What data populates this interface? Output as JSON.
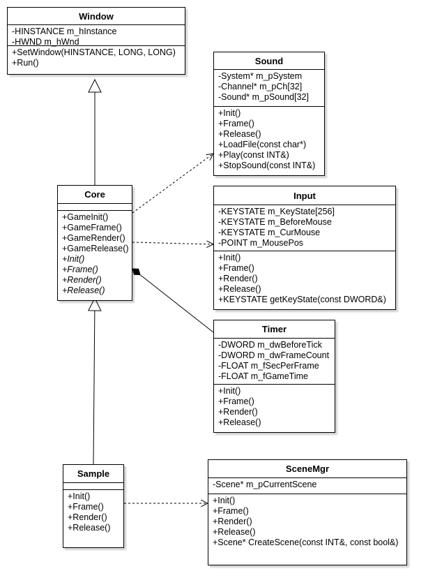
{
  "classes": [
    {
      "id": "window",
      "name": "Window",
      "attributes": [
        "-HINSTANCE m_hInstance",
        "-HWND m_hWnd"
      ],
      "operations": [
        "+SetWindow(HINSTANCE, LONG, LONG)",
        "+Run()"
      ]
    },
    {
      "id": "sound",
      "name": "Sound",
      "attributes": [
        "-System* m_pSystem",
        "-Channel* m_pCh[32]",
        "-Sound* m_pSound[32]"
      ],
      "operations": [
        "+Init()",
        "+Frame()",
        "+Release()",
        "+LoadFile(const char*)",
        "+Play(const INT&)",
        "+StopSound(const INT&)"
      ]
    },
    {
      "id": "core",
      "name": "Core",
      "attributes": [],
      "operations": [
        "+GameInit()",
        "+GameFrame()",
        "+GameRender()",
        "+GameRelease()",
        "+Init()",
        "+Frame()",
        "+Render()",
        "+Release()"
      ],
      "abstract_operations": [
        "+Init()",
        "+Frame()",
        "+Render()",
        "+Release()"
      ]
    },
    {
      "id": "input",
      "name": "Input",
      "attributes": [
        "-KEYSTATE m_KeyState[256]",
        "-KEYSTATE m_BeforeMouse",
        "-KEYSTATE m_CurMouse",
        "-POINT m_MousePos"
      ],
      "operations": [
        "+Init()",
        "+Frame()",
        "+Render()",
        "+Release()",
        "+KEYSTATE getKeyState(const DWORD&)"
      ]
    },
    {
      "id": "timer",
      "name": "Timer",
      "attributes": [
        "-DWORD m_dwBeforeTick",
        "-DWORD m_dwFrameCount",
        "-FLOAT m_fSecPerFrame",
        "-FLOAT m_fGameTime"
      ],
      "operations": [
        "+Init()",
        "+Frame()",
        "+Render()",
        "+Release()"
      ]
    },
    {
      "id": "sample",
      "name": "Sample",
      "attributes": [],
      "operations": [
        "+Init()",
        "+Frame()",
        "+Render()",
        "+Release()"
      ]
    },
    {
      "id": "scenemgr",
      "name": "SceneMgr",
      "attributes": [
        "-Scene* m_pCurrentScene"
      ],
      "operations": [
        "+Init()",
        "+Frame()",
        "+Render()",
        "+Release()",
        "+Scene* CreateScene(const INT&, const bool&)"
      ]
    }
  ],
  "relationships": [
    {
      "from": "core",
      "to": "window",
      "type": "generalization"
    },
    {
      "from": "sample",
      "to": "core",
      "type": "generalization"
    },
    {
      "from": "core",
      "to": "sound",
      "type": "dependency"
    },
    {
      "from": "core",
      "to": "input",
      "type": "dependency"
    },
    {
      "from": "timer",
      "to": "core",
      "type": "composition"
    },
    {
      "from": "sample",
      "to": "scenemgr",
      "type": "dependency"
    }
  ],
  "colors": {
    "line": "#000000",
    "box_fill": "#ffffff",
    "shadow": "#bfbfbf"
  }
}
